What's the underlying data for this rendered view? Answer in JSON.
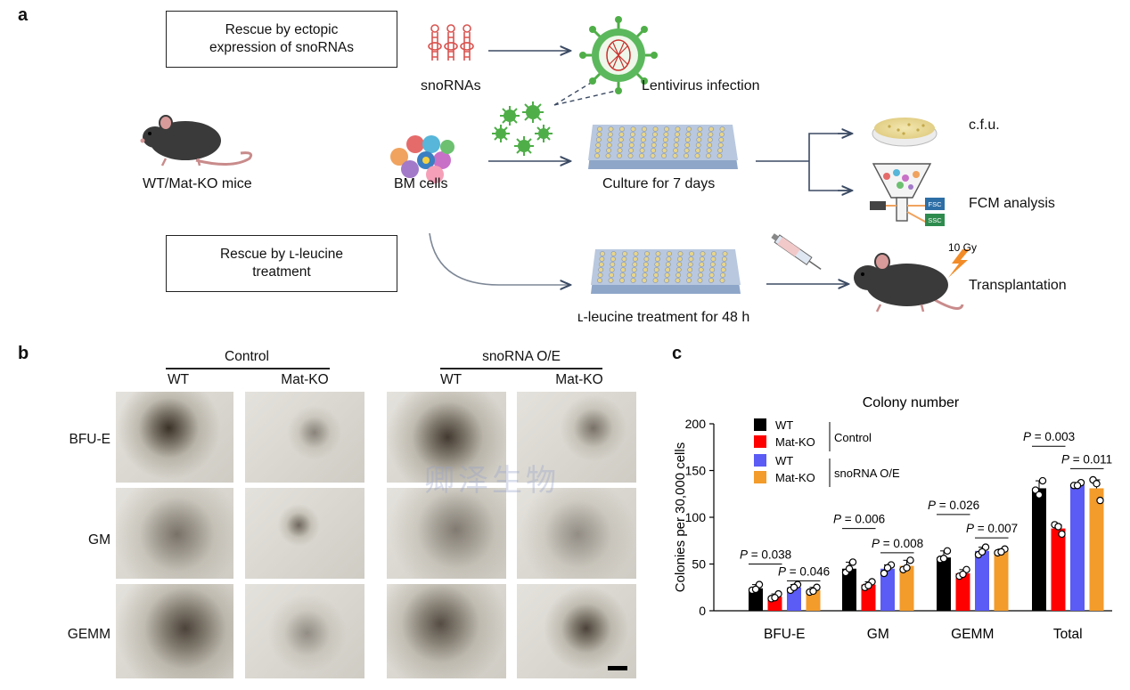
{
  "panel_a": {
    "letter": "a",
    "box_snorna": "Rescue by ectopic expression of snoRNAs",
    "box_snorna_line1": "Rescue by ectopic",
    "box_snorna_line2": "expression of snoRNAs",
    "box_leucine_line1": "Rescue by ʟ-leucine",
    "box_leucine_line2": "treatment",
    "snornas": "snoRNAs",
    "lentivirus": "Lentivirus infection",
    "mice": "WT/Mat-KO mice",
    "bm_cells": "BM cells",
    "culture": "Culture for 7 days",
    "cfu": "c.f.u.",
    "fcm": "FCM analysis",
    "fsc": "FSC",
    "ssc": "SSC",
    "leucine_treatment": "ʟ-leucine treatment for 48 h",
    "gy": "10 Gy",
    "transplantation": "Transplantation"
  },
  "panel_b": {
    "letter": "b",
    "group_control": "Control",
    "group_snorna": "snoRNA O/E",
    "col_wt_1": "WT",
    "col_matko_1": "Mat-KO",
    "col_wt_2": "WT",
    "col_matko_2": "Mat-KO",
    "rows": [
      "BFU-E",
      "GM",
      "GEMM"
    ]
  },
  "panel_c": {
    "letter": "c"
  },
  "watermark": "卿泽生物",
  "colors": {
    "wt": "#000000",
    "matko": "#ff0000",
    "wt_oe": "#5b5bf5",
    "matko_oe": "#f39b2b",
    "arrow": "#3b4a63"
  },
  "chart_data": {
    "type": "bar",
    "title": "Colony number",
    "ylabel": "Colonies per 30,000 cells",
    "xlabel": "",
    "ylim": [
      0,
      200
    ],
    "yticks": [
      0,
      50,
      100,
      150,
      200
    ],
    "categories": [
      "BFU-E",
      "GM",
      "GEMM",
      "Total"
    ],
    "series": [
      {
        "name": "WT",
        "group": "Control",
        "color": "#000000",
        "values": [
          24,
          45,
          57,
          131
        ],
        "points": [
          [
            22,
            28,
            23
          ],
          [
            41,
            52,
            45
          ],
          [
            55,
            64,
            56
          ],
          [
            129,
            139,
            124
          ]
        ]
      },
      {
        "name": "Mat-KO",
        "group": "Control",
        "color": "#ff0000",
        "values": [
          15,
          28,
          40,
          88
        ],
        "points": [
          [
            13,
            18,
            14
          ],
          [
            25,
            31,
            27
          ],
          [
            37,
            44,
            39
          ],
          [
            92,
            82,
            90
          ]
        ]
      },
      {
        "name": "WT",
        "group": "snoRNA O/E",
        "color": "#5b5bf5",
        "values": [
          25,
          45,
          64,
          135
        ],
        "points": [
          [
            22,
            28,
            25
          ],
          [
            40,
            49,
            46
          ],
          [
            60,
            68,
            63
          ],
          [
            134,
            137,
            134
          ]
        ]
      },
      {
        "name": "Mat-KO",
        "group": "snoRNA O/E",
        "color": "#f39b2b",
        "values": [
          22,
          48,
          64,
          131
        ],
        "points": [
          [
            20,
            25,
            21
          ],
          [
            44,
            54,
            46
          ],
          [
            62,
            66,
            63
          ],
          [
            140,
            118,
            136
          ]
        ]
      }
    ],
    "legend": {
      "groups": [
        "Control",
        "snoRNA O/E"
      ],
      "placement": "top-left"
    },
    "annotations": [
      {
        "category": "BFU-E",
        "pair": "control",
        "text": "P = 0.038"
      },
      {
        "category": "BFU-E",
        "pair": "snorna",
        "text": "P = 0.046"
      },
      {
        "category": "GM",
        "pair": "control",
        "text": "P = 0.006"
      },
      {
        "category": "GM",
        "pair": "snorna",
        "text": "P = 0.008"
      },
      {
        "category": "GEMM",
        "pair": "control",
        "text": "P = 0.026"
      },
      {
        "category": "GEMM",
        "pair": "snorna",
        "text": "P = 0.007"
      },
      {
        "category": "Total",
        "pair": "control",
        "text": "P = 0.003"
      },
      {
        "category": "Total",
        "pair": "snorna",
        "text": "P = 0.011"
      }
    ]
  }
}
